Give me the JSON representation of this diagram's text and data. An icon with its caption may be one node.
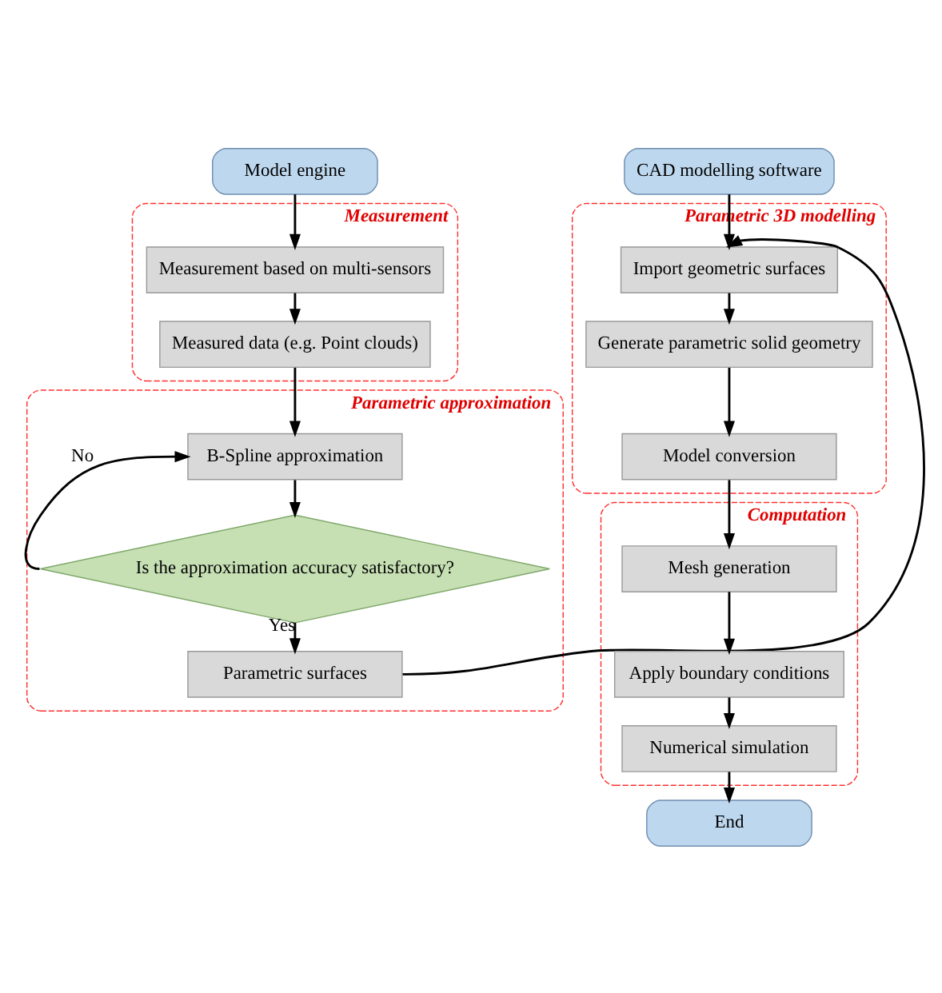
{
  "diagram": {
    "nodes": [
      {
        "text": [
          "Model engine"
        ]
      },
      {
        "text": [
          "Measurement"
        ]
      },
      {
        "text": [
          "Measurement based on multi-sensors"
        ],
        "in": 1
      },
      {
        "text": [
          "Measured data (e.g. Point clouds)"
        ],
        "in": 1
      },
      {
        "text": [
          "Parametric approximation"
        ]
      },
      {
        "text": [
          "B-Spline approximation"
        ],
        "in": 4
      },
      {
        "text": [
          "Is the approximation accuracy satisfactory?"
        ],
        "in": 4
      },
      {
        "text": [
          "Parametric surfaces"
        ],
        "in": 4
      },
      {
        "text": [
          "CAD modelling software"
        ]
      },
      {
        "text": [
          "Parametric 3D modelling"
        ]
      },
      {
        "text": [
          "Import geometric surfaces"
        ],
        "in": 9
      },
      {
        "text": [
          "Generate parametric solid geometry"
        ],
        "in": 9
      },
      {
        "text": [
          "Model conversion"
        ],
        "in": 9
      },
      {
        "text": [
          "Computation"
        ]
      },
      {
        "text": [
          "Mesh generation"
        ],
        "in": 13
      },
      {
        "text": [
          "Apply boundary conditions"
        ],
        "in": 13
      },
      {
        "text": [
          "Numerical simulation"
        ],
        "in": 13
      },
      {
        "text": [
          "End"
        ]
      }
    ],
    "edges": [
      {
        "from": 0,
        "to": 2,
        "arrow": "to"
      },
      {
        "from": 2,
        "to": 3,
        "arrow": "to"
      },
      {
        "from": 3,
        "to": 5,
        "arrow": "to"
      },
      {
        "from": 5,
        "to": 6,
        "arrow": "to"
      },
      {
        "from": 6,
        "to": 5,
        "arrow": "to",
        "label": "No"
      },
      {
        "from": 6,
        "to": 7,
        "arrow": "to",
        "label": "Yes"
      },
      {
        "from": 7,
        "to": 10,
        "arrow": "to"
      },
      {
        "from": 8,
        "to": 10,
        "arrow": "to"
      },
      {
        "from": 10,
        "to": 11,
        "arrow": "to"
      },
      {
        "from": 11,
        "to": 12,
        "arrow": "to"
      },
      {
        "from": 12,
        "to": 14,
        "arrow": "to"
      },
      {
        "from": 14,
        "to": 15,
        "arrow": "to"
      },
      {
        "from": 15,
        "to": 16,
        "arrow": "to"
      },
      {
        "from": 16,
        "to": 17,
        "arrow": "to"
      }
    ]
  }
}
